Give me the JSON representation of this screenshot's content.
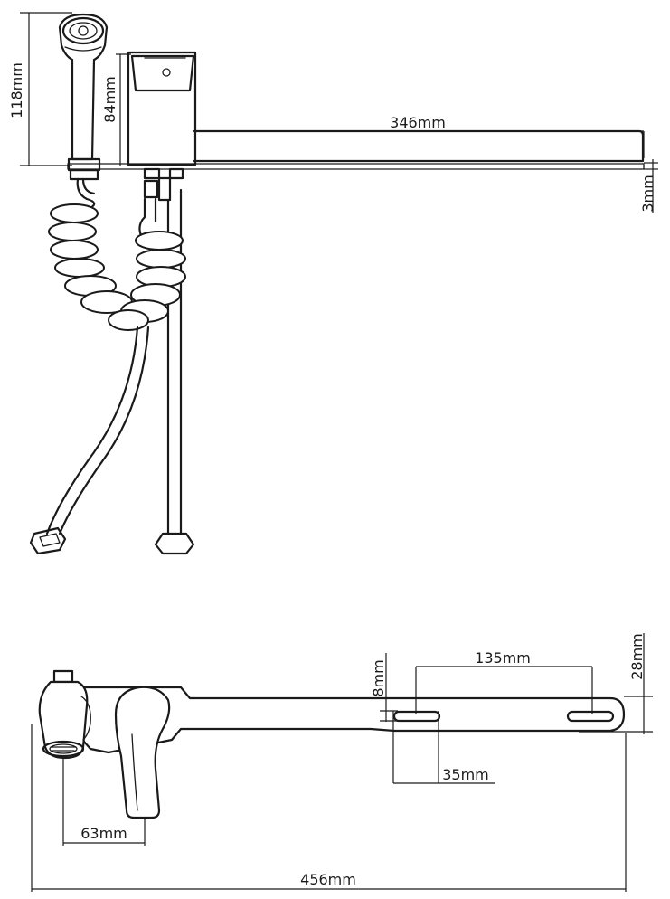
{
  "dimensions": {
    "side_height_total": "118mm",
    "side_body_height": "84mm",
    "side_spout_length": "346mm",
    "side_plate_thickness": "3mm",
    "top_slot_spacing": "135mm",
    "top_slot_width": "8mm",
    "top_plate_depth": "28mm",
    "top_slot_length": "35mm",
    "top_shower_offset": "63mm",
    "top_total_length": "456mm"
  }
}
